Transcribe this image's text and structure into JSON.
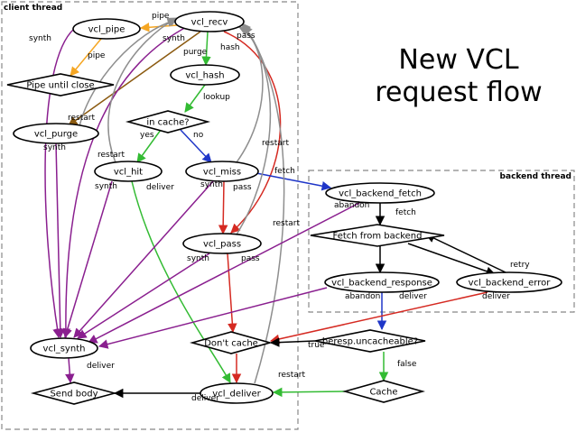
{
  "title": {
    "line1": "New VCL",
    "line2": "request flow"
  },
  "colors": {
    "purple": "#8a1f8f",
    "orange": "#f5a623",
    "green": "#33bb33",
    "brown": "#8b5a10",
    "blue": "#1f36c8",
    "red": "#d52a22",
    "gray": "#8e8e8e",
    "black": "#000000"
  },
  "regions": [
    {
      "id": "client",
      "label": "client thread"
    },
    {
      "id": "backend",
      "label": "backend thread"
    }
  ],
  "nodes": [
    {
      "id": "vcl_recv",
      "label": "vcl_recv",
      "shape": "ellipse"
    },
    {
      "id": "vcl_pipe",
      "label": "vcl_pipe",
      "shape": "ellipse"
    },
    {
      "id": "vcl_hash",
      "label": "vcl_hash",
      "shape": "ellipse"
    },
    {
      "id": "pipe_close",
      "label": "Pipe until close",
      "shape": "diamond"
    },
    {
      "id": "in_cache",
      "label": "in cache?",
      "shape": "diamond"
    },
    {
      "id": "vcl_purge",
      "label": "vcl_purge",
      "shape": "ellipse"
    },
    {
      "id": "vcl_hit",
      "label": "vcl_hit",
      "shape": "ellipse"
    },
    {
      "id": "vcl_miss",
      "label": "vcl_miss",
      "shape": "ellipse"
    },
    {
      "id": "vcl_pass",
      "label": "vcl_pass",
      "shape": "ellipse"
    },
    {
      "id": "vcl_synth",
      "label": "vcl_synth",
      "shape": "ellipse"
    },
    {
      "id": "send_body",
      "label": "Send body",
      "shape": "diamond"
    },
    {
      "id": "dont_cache",
      "label": "Don't cache",
      "shape": "diamond"
    },
    {
      "id": "vcl_deliver",
      "label": "vcl_deliver",
      "shape": "ellipse"
    },
    {
      "id": "vcl_backend_fetch",
      "label": "vcl_backend_fetch",
      "shape": "ellipse"
    },
    {
      "id": "fetch_backend",
      "label": "Fetch from backend",
      "shape": "diamond"
    },
    {
      "id": "vcl_backend_response",
      "label": "vcl_backend_response",
      "shape": "ellipse"
    },
    {
      "id": "vcl_backend_error",
      "label": "vcl_backend_error",
      "shape": "ellipse"
    },
    {
      "id": "beresp_uncacheable",
      "label": "beresp.uncacheable?",
      "shape": "diamond"
    },
    {
      "id": "cache",
      "label": "Cache",
      "shape": "diamond"
    }
  ],
  "edges": [
    {
      "from": "vcl_recv",
      "to": "vcl_pipe",
      "label": "pipe",
      "color": "orange"
    },
    {
      "from": "vcl_pipe",
      "to": "pipe_close",
      "label": "pipe",
      "color": "orange"
    },
    {
      "from": "vcl_recv",
      "to": "vcl_hash",
      "label": "hash",
      "color": "green"
    },
    {
      "from": "vcl_recv",
      "to": "vcl_purge",
      "label": "purge",
      "color": "brown"
    },
    {
      "from": "vcl_recv",
      "to": "vcl_pass",
      "label": "pass",
      "color": "red"
    },
    {
      "from": "vcl_recv",
      "to": "vcl_synth",
      "label": "synth",
      "color": "purple"
    },
    {
      "from": "vcl_hash",
      "to": "in_cache",
      "label": "lookup",
      "color": "green"
    },
    {
      "from": "in_cache",
      "to": "vcl_hit",
      "label": "yes",
      "color": "green"
    },
    {
      "from": "in_cache",
      "to": "vcl_miss",
      "label": "no",
      "color": "blue"
    },
    {
      "from": "vcl_pipe",
      "to": "vcl_synth",
      "label": "synth",
      "color": "purple"
    },
    {
      "from": "vcl_purge",
      "to": "vcl_synth",
      "label": "synth",
      "color": "purple"
    },
    {
      "from": "vcl_purge",
      "to": "vcl_recv",
      "label": "restart",
      "color": "gray"
    },
    {
      "from": "vcl_hit",
      "to": "vcl_recv",
      "label": "restart",
      "color": "gray"
    },
    {
      "from": "vcl_hit",
      "to": "vcl_deliver",
      "label": "deliver",
      "color": "green"
    },
    {
      "from": "vcl_hit",
      "to": "vcl_synth",
      "label": "synth",
      "color": "purple"
    },
    {
      "from": "vcl_miss",
      "to": "vcl_recv",
      "label": "restart",
      "color": "gray"
    },
    {
      "from": "vcl_miss",
      "to": "vcl_backend_fetch",
      "label": "fetch",
      "color": "blue"
    },
    {
      "from": "vcl_miss",
      "to": "vcl_pass",
      "label": "pass",
      "color": "red"
    },
    {
      "from": "vcl_miss",
      "to": "vcl_synth",
      "label": "synth",
      "color": "purple"
    },
    {
      "from": "vcl_pass",
      "to": "vcl_recv",
      "label": "restart",
      "color": "gray"
    },
    {
      "from": "vcl_pass",
      "to": "dont_cache",
      "label": "pass",
      "color": "red"
    },
    {
      "from": "vcl_pass",
      "to": "vcl_synth",
      "label": "synth",
      "color": "purple"
    },
    {
      "from": "vcl_synth",
      "to": "send_body",
      "label": "deliver",
      "color": "purple"
    },
    {
      "from": "vcl_deliver",
      "to": "send_body",
      "label": "deliver",
      "color": "black"
    },
    {
      "from": "vcl_deliver",
      "to": "vcl_recv",
      "label": "restart",
      "color": "gray"
    },
    {
      "from": "dont_cache",
      "to": "vcl_deliver",
      "label": "",
      "color": "red"
    },
    {
      "from": "vcl_backend_fetch",
      "to": "fetch_backend",
      "label": "fetch",
      "color": "black"
    },
    {
      "from": "vcl_backend_fetch",
      "to": "vcl_synth",
      "label": "abandon",
      "color": "purple"
    },
    {
      "from": "fetch_backend",
      "to": "vcl_backend_response",
      "label": "",
      "color": "black"
    },
    {
      "from": "fetch_backend",
      "to": "vcl_backend_error",
      "label": "",
      "color": "black"
    },
    {
      "from": "vcl_backend_error",
      "to": "fetch_backend",
      "label": "retry",
      "color": "black"
    },
    {
      "from": "vcl_backend_response",
      "to": "vcl_synth",
      "label": "abandon",
      "color": "purple"
    },
    {
      "from": "vcl_backend_response",
      "to": "beresp_uncacheable",
      "label": "deliver",
      "color": "blue"
    },
    {
      "from": "vcl_backend_error",
      "to": "dont_cache",
      "label": "deliver",
      "color": "red"
    },
    {
      "from": "beresp_uncacheable",
      "to": "dont_cache",
      "label": "true",
      "color": "black"
    },
    {
      "from": "beresp_uncacheable",
      "to": "cache",
      "label": "false",
      "color": "green"
    },
    {
      "from": "cache",
      "to": "vcl_deliver",
      "label": "",
      "color": "green"
    }
  ]
}
